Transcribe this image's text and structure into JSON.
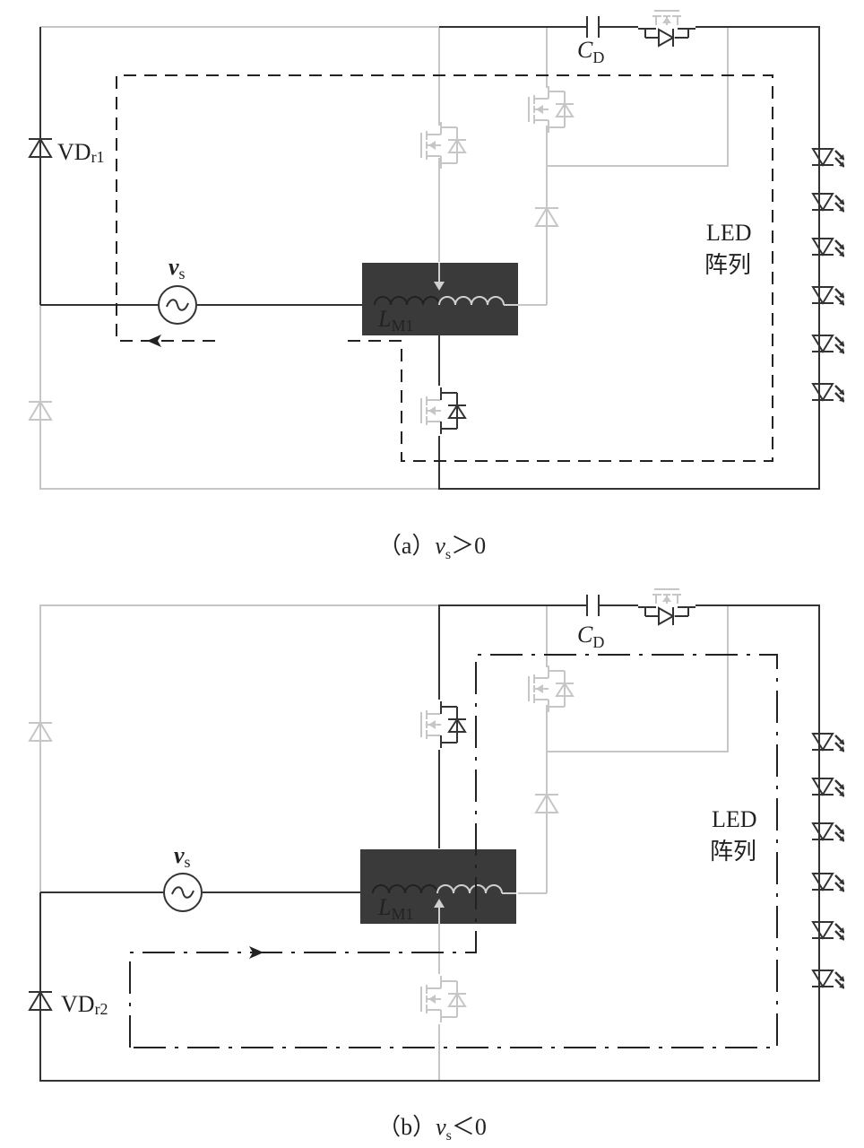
{
  "panel_a": {
    "caption_prefix": "（a）",
    "caption_var": "v",
    "caption_sub": "s",
    "caption_rel": "＞0",
    "source_label": "v",
    "source_sub": "s",
    "inductor_label": "L",
    "inductor_sub": "M1",
    "cap_label": "C",
    "cap_sub": "D",
    "diode_label": "VD",
    "diode_sub": "r1",
    "led_label_line1": "LED",
    "led_label_line2": "阵列"
  },
  "panel_b": {
    "caption_prefix": "（b）",
    "caption_var": "v",
    "caption_sub": "s",
    "caption_rel": "＜0",
    "source_label": "v",
    "source_sub": "s",
    "inductor_label": "L",
    "inductor_sub": "M1",
    "cap_label": "C",
    "cap_sub": "D",
    "diode_label": "VD",
    "diode_sub": "r2",
    "led_label_line1": "LED",
    "led_label_line2": "阵列"
  },
  "colors": {
    "active_wire": "#333333",
    "inactive_wire": "#c6c6c6",
    "transformer_fill": "#3a3a3a"
  }
}
